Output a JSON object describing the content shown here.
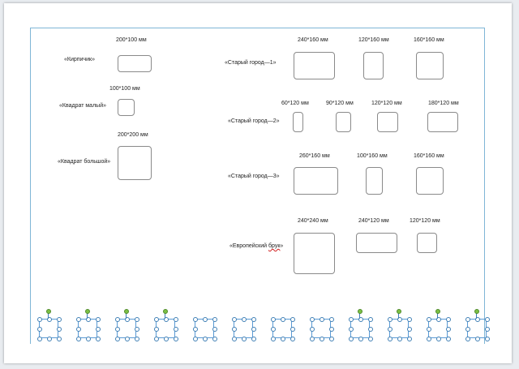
{
  "left_group": [
    {
      "name": "«Кирпичик»",
      "dims": [
        "200*100 мм"
      ]
    },
    {
      "name": "«Квадрат малый»",
      "dims": [
        "100*100 мм"
      ]
    },
    {
      "name": "«Квадрат большой»",
      "dims": [
        "200*200 мм"
      ]
    }
  ],
  "right_group": [
    {
      "name": "«Старый город—1»",
      "dims": [
        "240*160 мм",
        "120*160 мм",
        "160*160 мм"
      ]
    },
    {
      "name": "«Старый город—2»",
      "dims": [
        "60*120 мм",
        "90*120 мм",
        "120*120 мм",
        "180*120 мм"
      ]
    },
    {
      "name": "«Старый город—3»",
      "dims": [
        "260*160 мм",
        "100*160 мм",
        "160*160 мм"
      ]
    },
    {
      "name_prefix": "«Европейский ",
      "name_underlined": "брук",
      "name_suffix": "»",
      "dims": [
        "240*240 мм",
        "240*120 мм",
        "120*120 мм"
      ]
    }
  ],
  "selection_row": {
    "count": 12,
    "with_rotate_handle": [
      true,
      true,
      true,
      true,
      false,
      false,
      false,
      false,
      true,
      true,
      true,
      true
    ]
  },
  "colors": {
    "selection_border": "#5b9bd5",
    "rotate_handle": "#7bc043",
    "tile_border": "#8a8a8a",
    "spellcheck_underline": "#d02020"
  }
}
